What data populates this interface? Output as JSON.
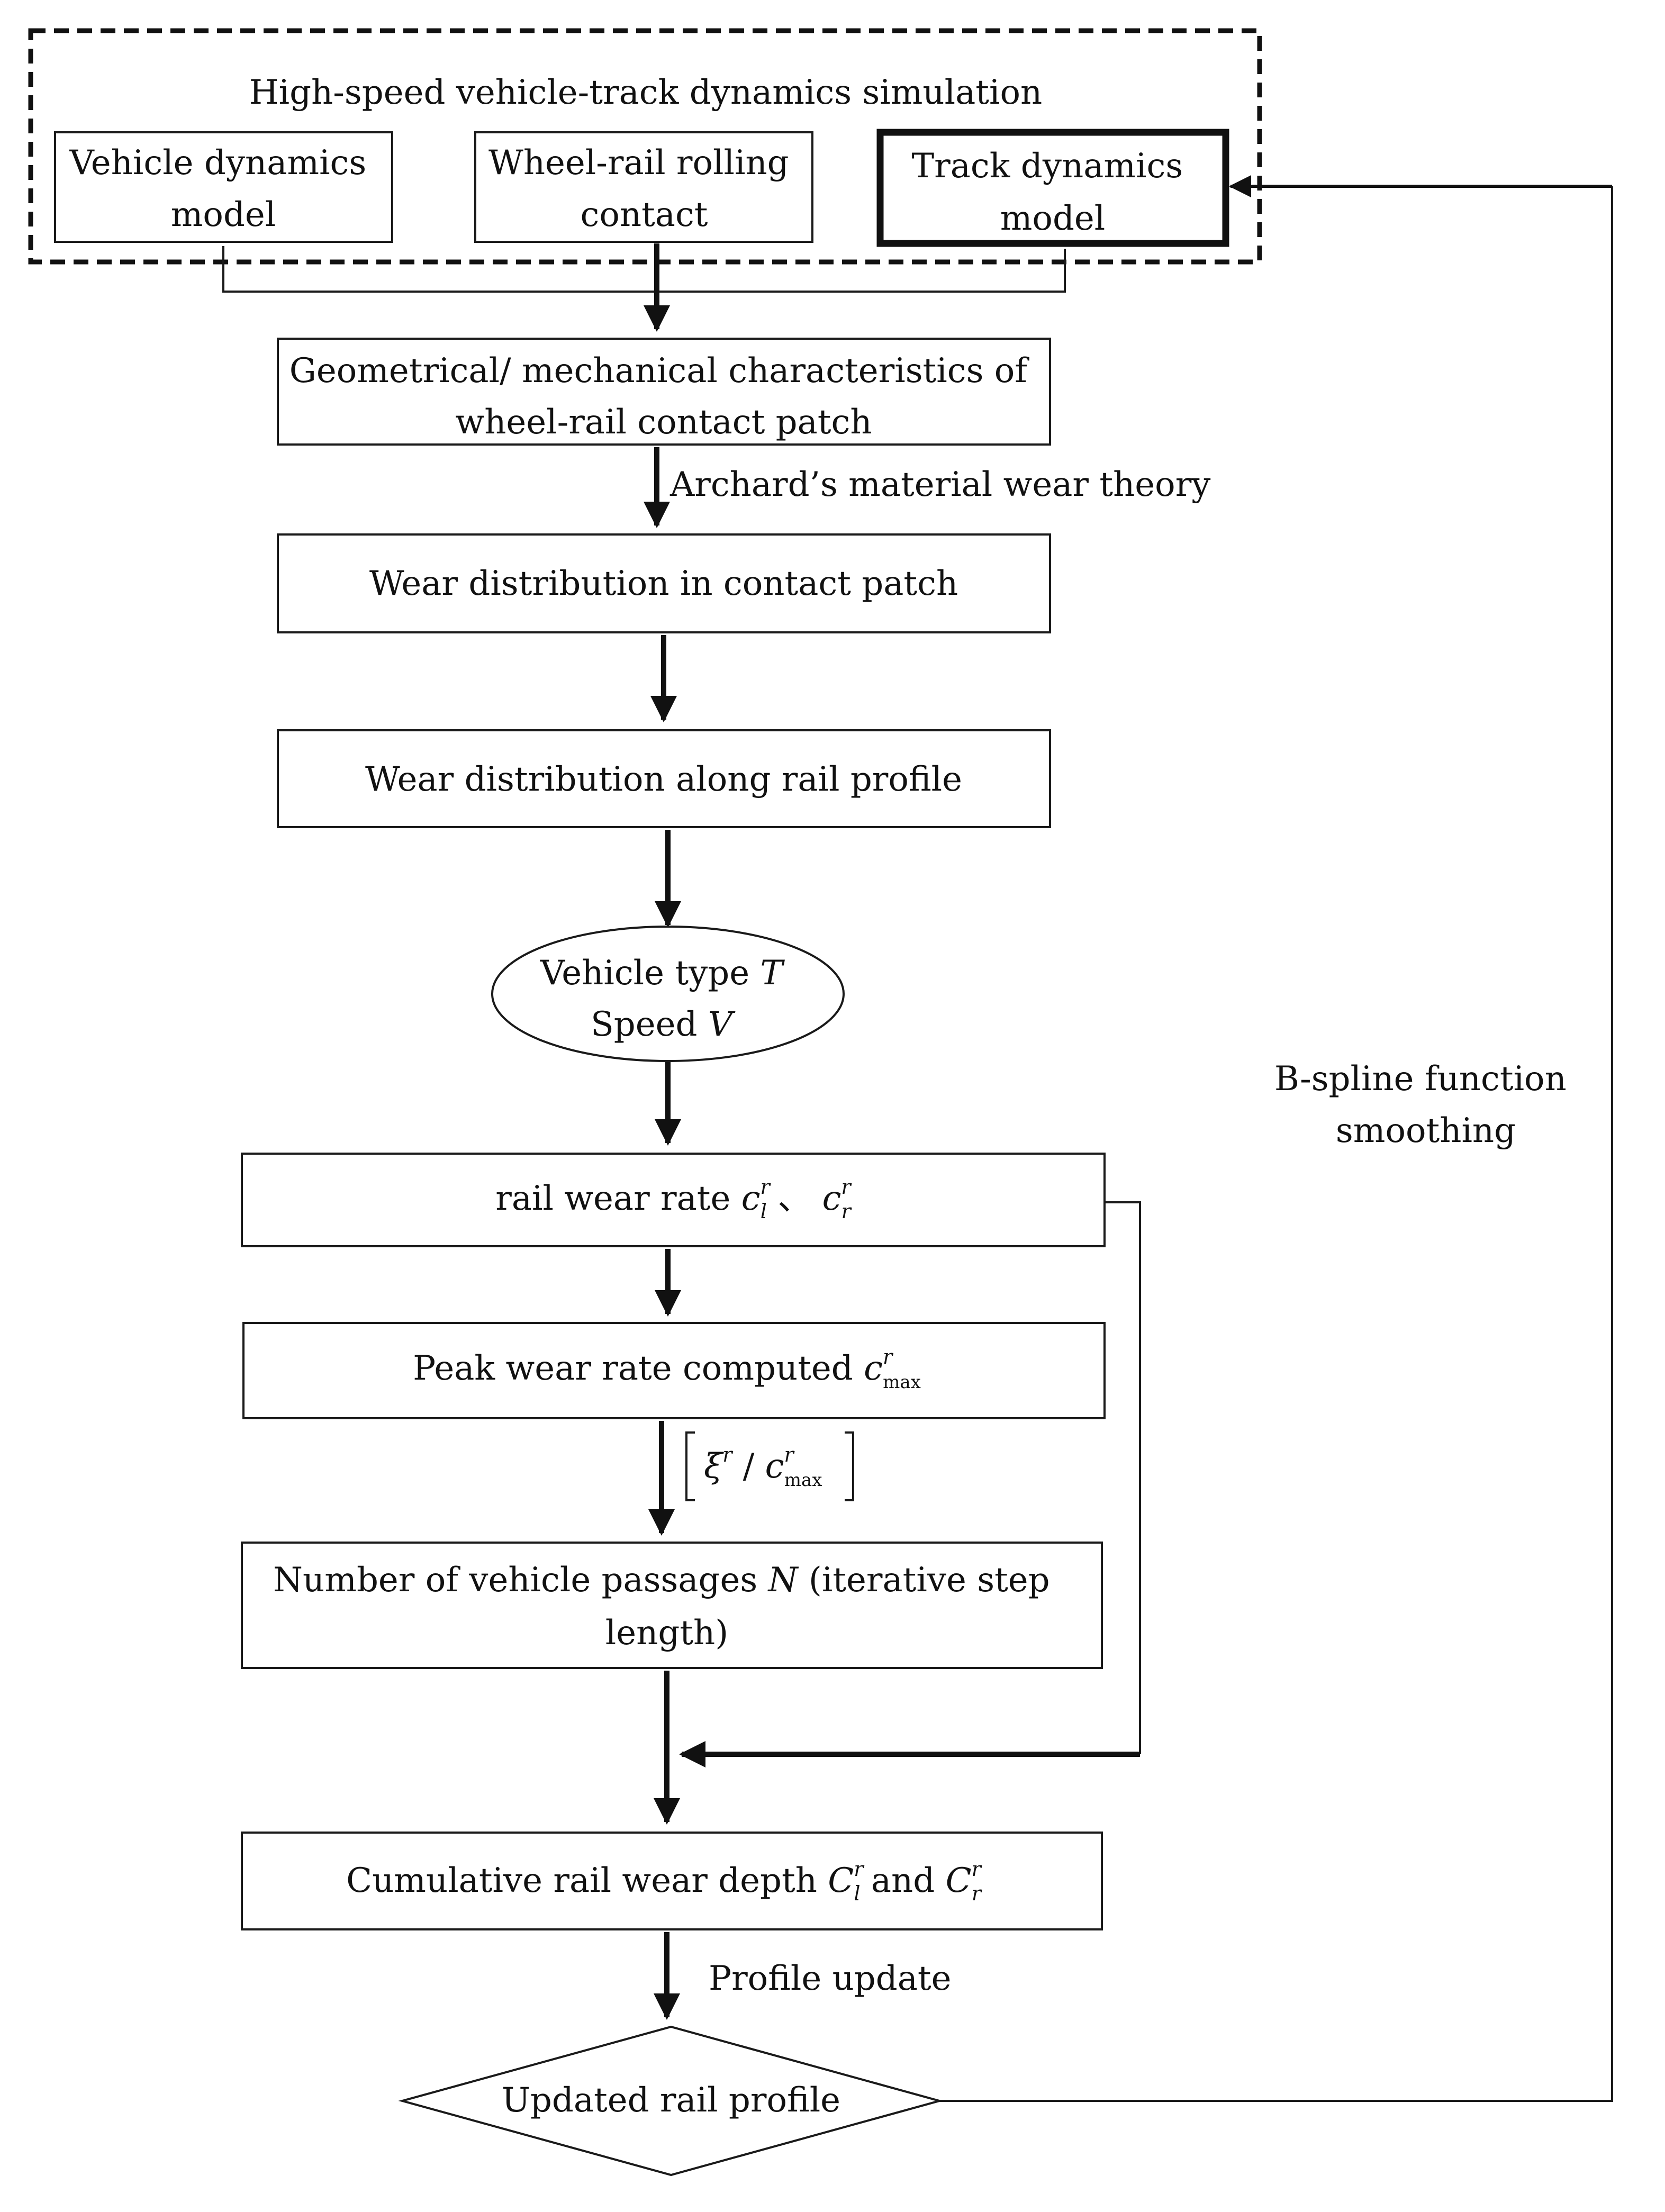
{
  "group_title": "High-speed vehicle-track dynamics simulation",
  "vehicle_model": [
    "Vehicle dynamics",
    "model"
  ],
  "contact_model": [
    "Wheel-rail rolling",
    "contact"
  ],
  "track_model": [
    "Track dynamics",
    "model"
  ],
  "contact_patch": [
    "Geometrical/ mechanical characteristics of",
    "wheel-rail contact patch"
  ],
  "archard_label": "Archard’s material wear theory",
  "wear_patch": "Wear distribution in contact patch",
  "wear_profile": "Wear distribution along rail profile",
  "vehicle_type": {
    "line1_text": "Vehicle type ",
    "line1_var": "T",
    "line2_text": "Speed ",
    "line2_var": "V"
  },
  "wear_rate": {
    "text": "rail wear rate ",
    "var1": "c",
    "var1_sup": "r",
    "var1_sub": "l",
    "sep": " 、 ",
    "var2": "c",
    "var2_sup": "r",
    "var2_sub": "r"
  },
  "peak_rate": {
    "text": "Peak wear rate computed ",
    "var": "c",
    "sup": "r",
    "sub": "max"
  },
  "floor_expr": {
    "var1": "ξ",
    "sup1": "r",
    "slash": " / ",
    "var2": "c",
    "sup2": "r",
    "sub2": "max"
  },
  "passages": {
    "line1_text": "Number of vehicle passages ",
    "line1_var": "N",
    "line1_tail": " (iterative step",
    "line2": "length)"
  },
  "cumulative": {
    "text": "Cumulative rail wear depth ",
    "var1": "C",
    "sup1": "r",
    "sub1": "l",
    "and": " and ",
    "var2": "C",
    "sup2": "r",
    "sub2": "r"
  },
  "profile_update": "Profile update",
  "updated_profile": "Updated rail profile",
  "smoothing": [
    "B-spline function",
    "smoothing"
  ]
}
